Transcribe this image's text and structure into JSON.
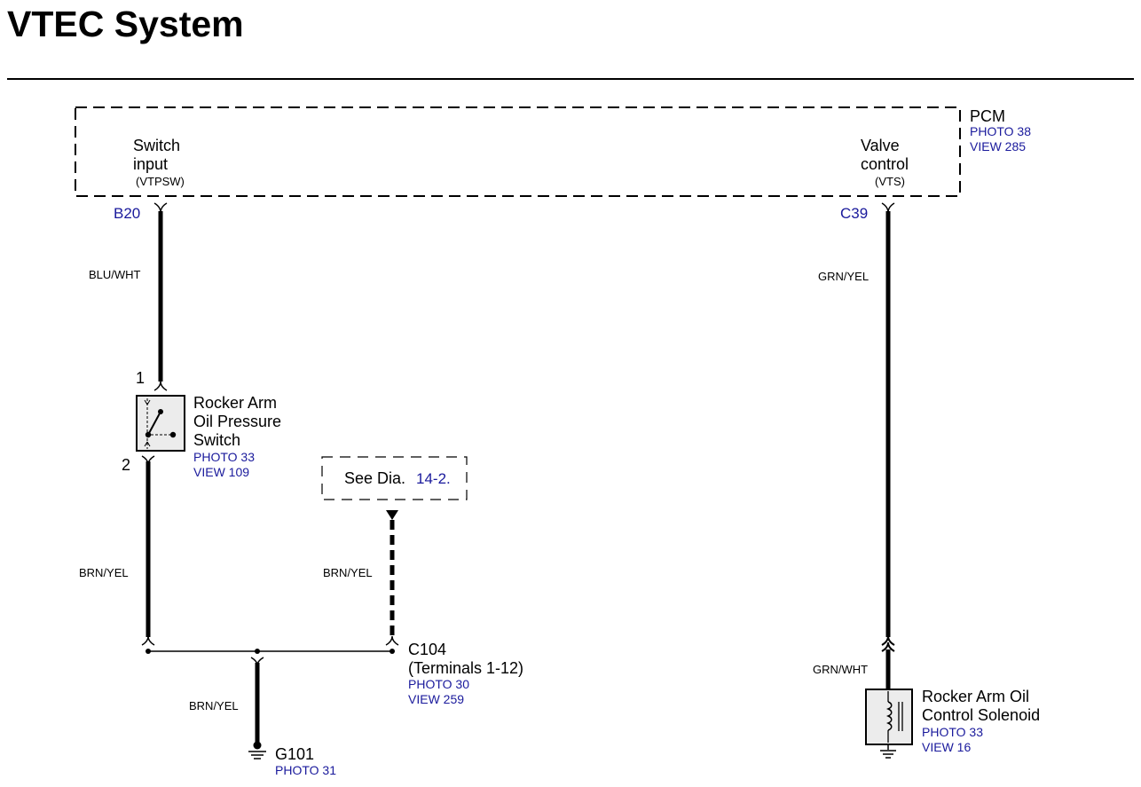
{
  "title": "VTEC System",
  "pcm": {
    "name": "PCM",
    "photo": "PHOTO 38",
    "view": "VIEW 285",
    "switch_input": {
      "line1": "Switch",
      "line2": "input",
      "signal": "(VTPSW)",
      "pin": "B20"
    },
    "valve_control": {
      "line1": "Valve",
      "line2": "control",
      "signal": "(VTS)",
      "pin": "C39"
    }
  },
  "wires": {
    "blu_wht": "BLU/WHT",
    "grn_yel": "GRN/YEL",
    "brn_yel_left": "BRN/YEL",
    "brn_yel_dashed": "BRN/YEL",
    "brn_yel_ground": "BRN/YEL",
    "grn_wht": "GRN/WHT"
  },
  "oil_pressure_switch": {
    "line1": "Rocker Arm",
    "line2": "Oil Pressure",
    "line3": "Switch",
    "photo": "PHOTO 33",
    "view": "VIEW 109",
    "pin1": "1",
    "pin2": "2"
  },
  "see_dia": {
    "text": "See Dia.",
    "ref": "14-2."
  },
  "c104": {
    "name": "C104",
    "terminals": "(Terminals 1-12)",
    "photo": "PHOTO 30",
    "view": "VIEW 259"
  },
  "g101": {
    "name": "G101",
    "photo": "PHOTO 31"
  },
  "solenoid": {
    "line1": "Rocker Arm Oil",
    "line2": "Control Solenoid",
    "photo": "PHOTO 33",
    "view": "VIEW 16"
  }
}
